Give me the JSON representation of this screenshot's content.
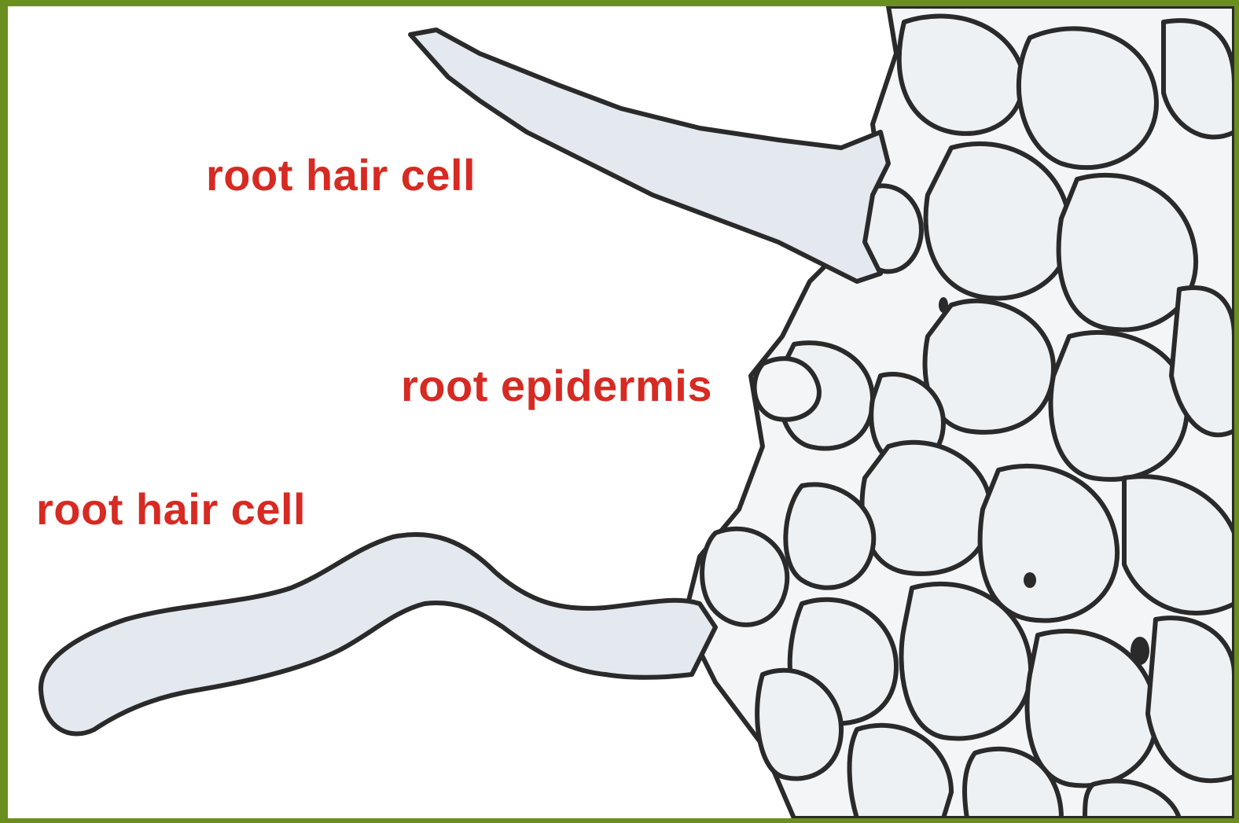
{
  "labels": [
    {
      "text": "root hair cell"
    },
    {
      "text": "root epidermis"
    },
    {
      "text": "root hair cell"
    }
  ],
  "colors": {
    "frame": "#6a8f1e",
    "label": "#d62a22",
    "outline": "#2a2a2a",
    "cell_fill": "#eef1f4",
    "hair_fill": "#e4e8ef"
  },
  "image": {
    "subject": "root-tissue-micrograph"
  }
}
